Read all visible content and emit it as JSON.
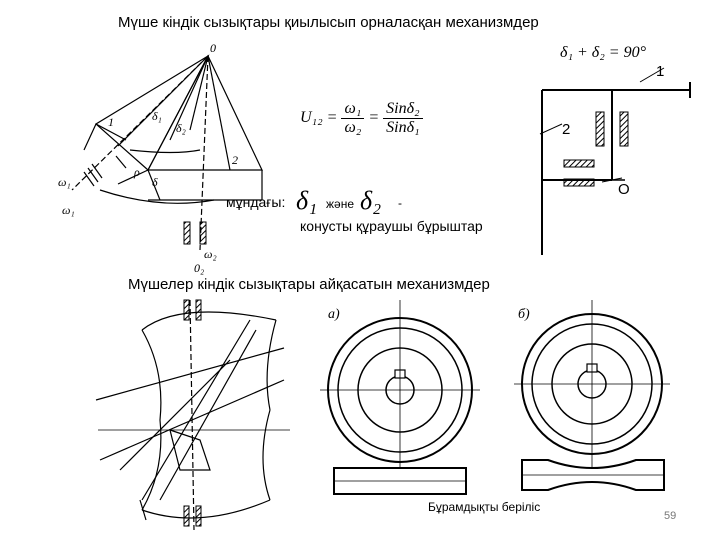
{
  "slide": {
    "title_top": "Мүше кіндік сызықтары қиылысып орналасқан механизмдер",
    "title_bottom": "Мүшелер кіндік сызықтары айқасатын механизмдер",
    "angle_sum": "δ₁ + δ₂ = 90°",
    "formula": {
      "lhs": "U₁₂ =",
      "num1": "ω₁",
      "den1": "ω₂",
      "eq": "=",
      "num2": "Sinδ₂",
      "den2": "Sinδ₁"
    },
    "where_label": "мұндағы:",
    "delta1": "δ₁",
    "and_word": "және",
    "delta2": "δ₂",
    "dash": "-",
    "cone_text": "конусты құраушы бұрыштар",
    "worm_label": "Бұрамдықты беріліс",
    "page_number": "59",
    "schematic_labels": {
      "n1": "1",
      "n2": "2",
      "o": "O"
    },
    "cone_labels": {
      "top": "0",
      "l1": "1",
      "d1": "δ₁",
      "d2": "δ₂",
      "l2": "2",
      "rho": "ρ",
      "delta": "δ",
      "w1a": "ω₁",
      "w1b": "ω₁",
      "w2": "ω₂",
      "o2": "0₂"
    },
    "worm_tags": {
      "a": "а)",
      "b": "б)"
    }
  }
}
